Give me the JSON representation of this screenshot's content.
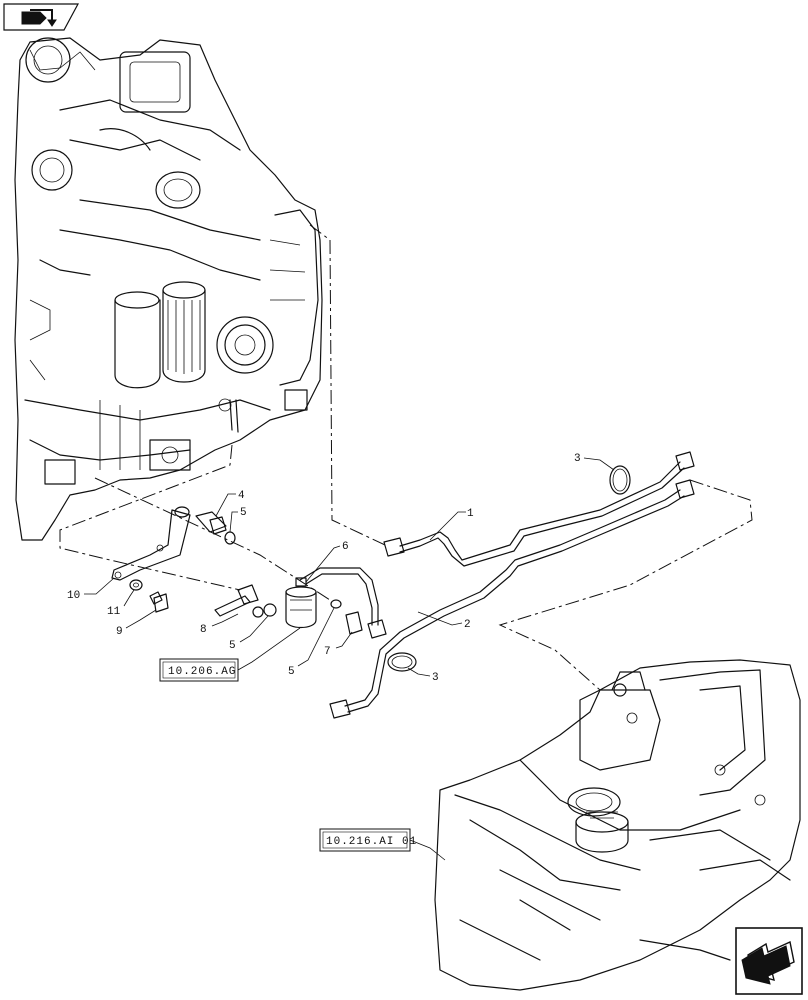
{
  "nav": {
    "top_icon": "book-arrow-icon",
    "bottom_icon": "next-page-arrow-icon"
  },
  "references": {
    "fuel_filter_ref": "10.206.AG",
    "fuel_tank_ref": "10.216.AI 01"
  },
  "callouts": {
    "c1": "1",
    "c2": "2",
    "c3a": "3",
    "c3b": "3",
    "c4": "4",
    "c5a": "5",
    "c5b": "5",
    "c5c": "5",
    "c6": "6",
    "c7": "7",
    "c8": "8",
    "c9": "9",
    "c10": "10",
    "c11": "11"
  }
}
